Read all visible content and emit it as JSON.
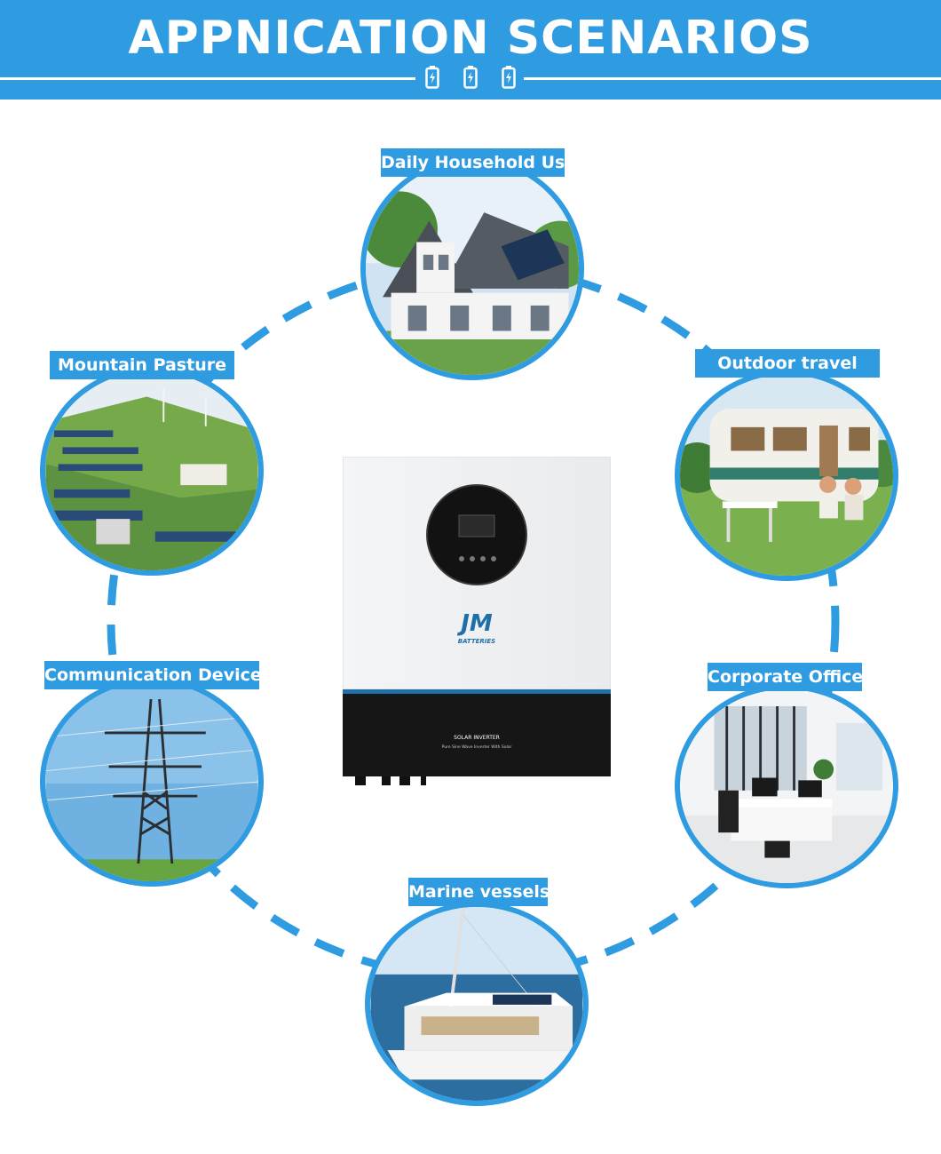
{
  "header": {
    "title": "APPNICATION SCENARIOS",
    "icons": [
      "battery-icon",
      "battery-icon",
      "battery-icon"
    ]
  },
  "colors": {
    "accent": "#2f9be0",
    "background": "#ffffff"
  },
  "scenarios": [
    {
      "label": "Daily Household Use",
      "icon": "house-solar-roof-photo"
    },
    {
      "label": "Outdoor travel",
      "icon": "caravan-camping-photo"
    },
    {
      "label": "Corporate Office",
      "icon": "office-interior-photo"
    },
    {
      "label": "Marine vessels",
      "icon": "solar-yacht-photo"
    },
    {
      "label": "Communication Devices",
      "icon": "power-tower-photo"
    },
    {
      "label": "Mountain Pasture",
      "icon": "hillside-solar-farm-photo"
    }
  ],
  "product": {
    "brand_logo": "JM BATTERIES",
    "panel_title": "SOLAR INVERTER",
    "panel_subtitle": "Pure Sine Wave Inverter With Solar"
  }
}
